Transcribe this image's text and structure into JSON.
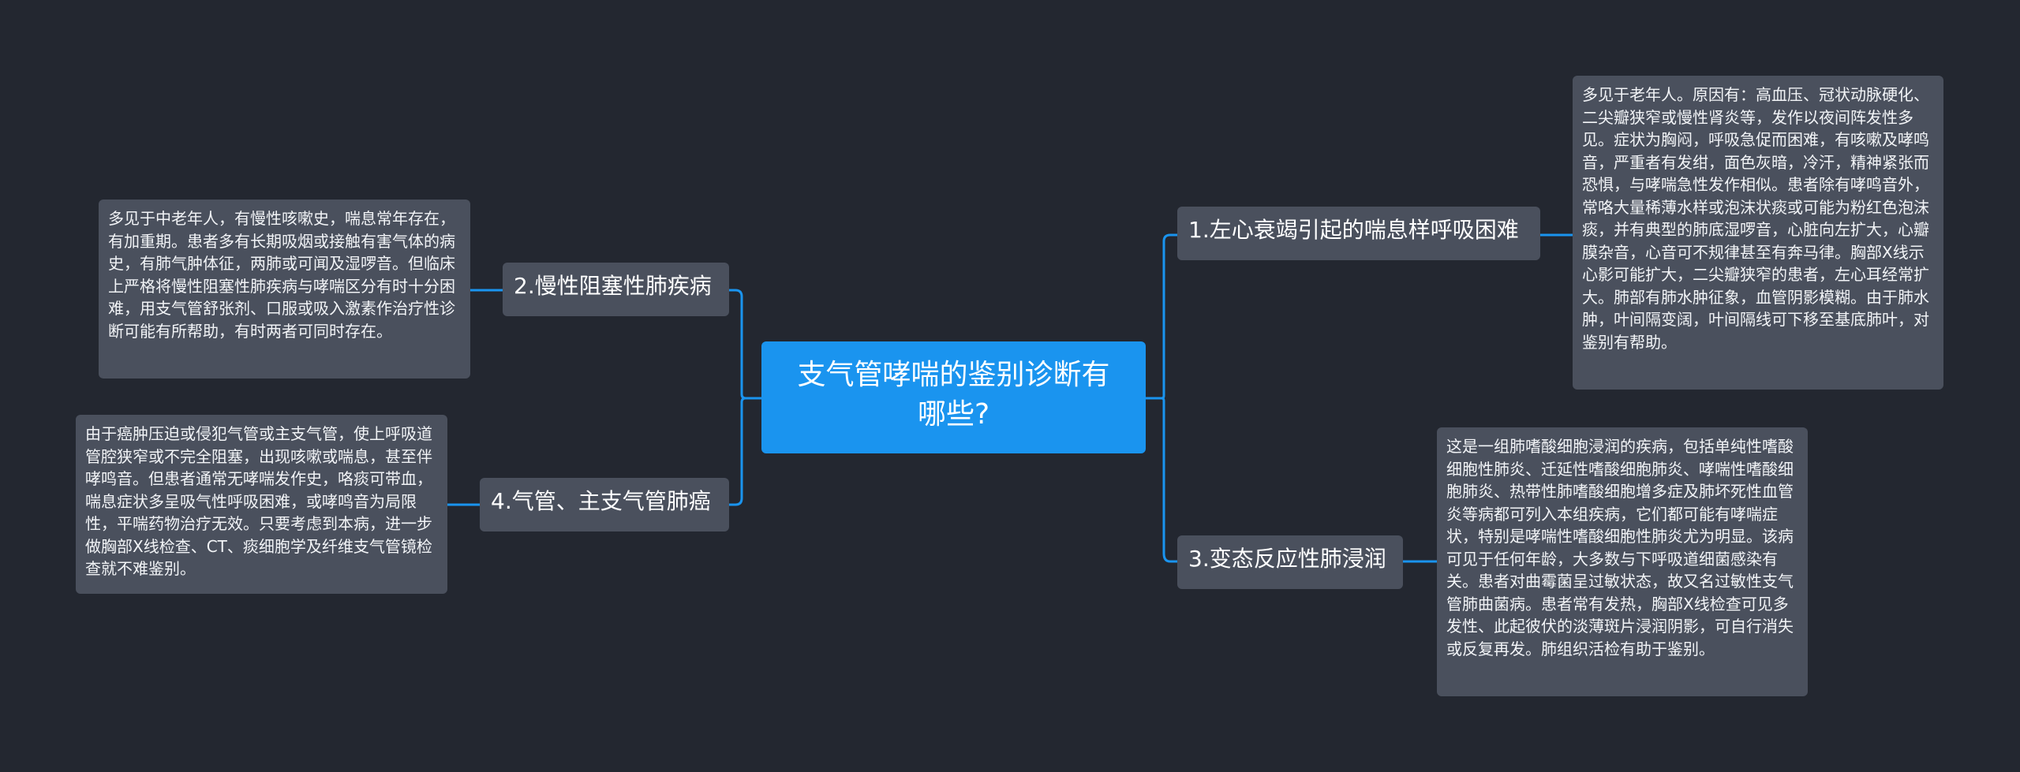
{
  "root": {
    "title": "支气管哮喘的鉴别诊断有哪些?"
  },
  "branches": [
    {
      "label": "1.左心衰竭引起的喘息样呼吸困难",
      "detail": "多见于老年人。原因有：高血压、冠状动脉硬化、二尖瓣狭窄或慢性肾炎等，发作以夜间阵发性多见。症状为胸闷，呼吸急促而困难，有咳嗽及哮鸣音，严重者有发绀，面色灰暗，冷汗，精神紧张而恐惧，与哮喘急性发作相似。患者除有哮鸣音外，常咯大量稀薄水样或泡沫状痰或可能为粉红色泡沫痰，并有典型的肺底湿啰音，心脏向左扩大，心瓣膜杂音，心音可不规律甚至有奔马律。胸部X线示心影可能扩大，二尖瓣狭窄的患者，左心耳经常扩大。肺部有肺水肿征象，血管阴影模糊。由于肺水肿，叶间隔变阔，叶间隔线可下移至基底肺叶，对鉴别有帮助。"
    },
    {
      "label": "2.慢性阻塞性肺疾病",
      "detail": "多见于中老年人，有慢性咳嗽史，喘息常年存在，有加重期。患者多有长期吸烟或接触有害气体的病史，有肺气肿体征，两肺或可闻及湿啰音。但临床上严格将慢性阻塞性肺疾病与哮喘区分有时十分困难，用支气管舒张剂、口服或吸入激素作治疗性诊断可能有所帮助，有时两者可同时存在。"
    },
    {
      "label": "3.变态反应性肺浸润",
      "detail": "这是一组肺嗜酸细胞浸润的疾病，包括单纯性嗜酸细胞性肺炎、迁延性嗜酸细胞肺炎、哮喘性嗜酸细胞肺炎、热带性肺嗜酸细胞增多症及肺坏死性血管炎等病都可列入本组疾病，它们都可能有哮喘症状，特别是哮喘性嗜酸细胞性肺炎尤为明显。该病可见于任何年龄，大多数与下呼吸道细菌感染有关。患者对曲霉菌呈过敏状态，故又名过敏性支气管肺曲菌病。患者常有发热，胸部X线检查可见多发性、此起彼伏的淡薄斑片浸润阴影，可自行消失或反复再发。肺组织活检有助于鉴别。"
    },
    {
      "label": "4.气管、主支气管肺癌",
      "detail": "由于癌肿压迫或侵犯气管或主支气管，使上呼吸道管腔狭窄或不完全阻塞，出现咳嗽或喘息，甚至伴哮鸣音。但患者通常无哮喘发作史，咯痰可带血，喘息症状多呈吸气性呼吸困难，或哮鸣音为局限性，平喘药物治疗无效。只要考虑到本病，进一步做胸部X线检查、CT、痰细胞学及纤维支气管镜检查就不难鉴别。"
    }
  ],
  "colors": {
    "background": "#232730",
    "root": "#1a94ef",
    "node": "#4a505d",
    "link": "#1a94ef",
    "text": "#ffffff"
  }
}
